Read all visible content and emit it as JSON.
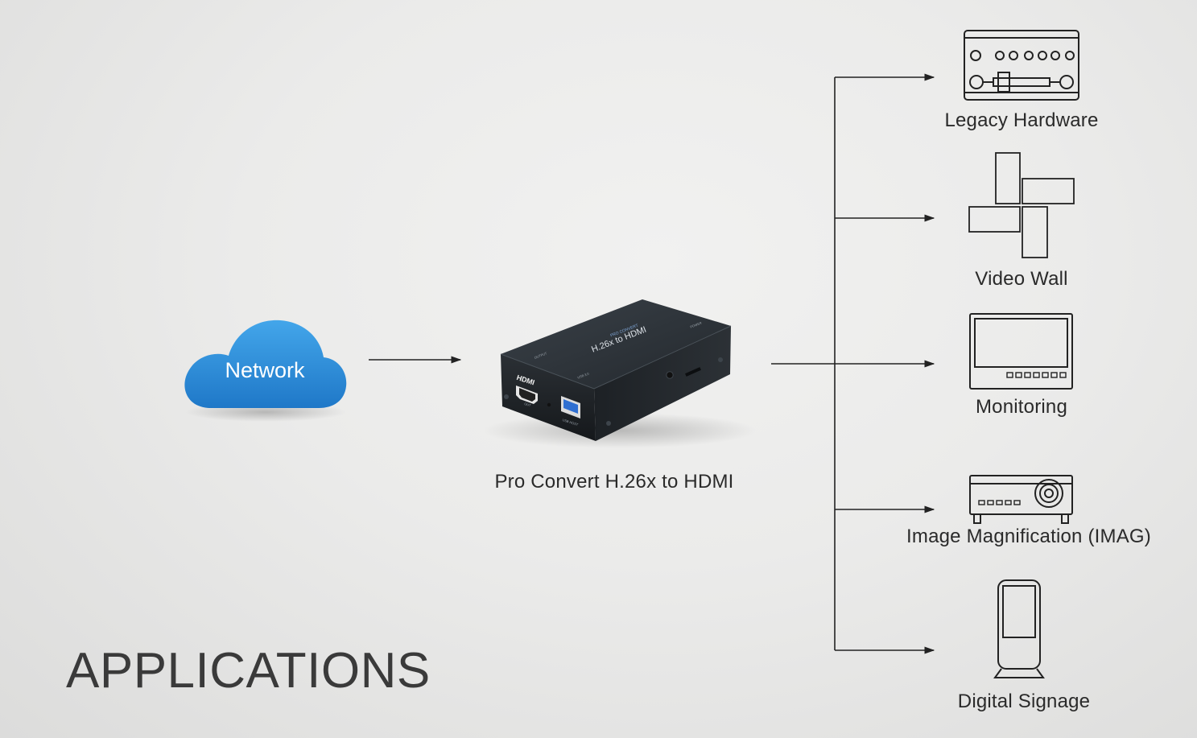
{
  "section_title": "APPLICATIONS",
  "source": {
    "label": "Network",
    "icon": "cloud-icon",
    "color": "#2b8fdc"
  },
  "converter": {
    "label": "Pro Convert  H.26x to HDMI",
    "device_title": "H.26x to HDMI",
    "port_hdmi_label": "HDMI",
    "icon": "converter-device-icon"
  },
  "applications": [
    {
      "label": "Legacy Hardware",
      "icon": "legacy-hardware-icon"
    },
    {
      "label": "Video Wall",
      "icon": "video-wall-icon"
    },
    {
      "label": "Monitoring",
      "icon": "monitor-icon"
    },
    {
      "label": "Image Magnification (IMAG)",
      "icon": "projector-icon"
    },
    {
      "label": "Digital Signage",
      "icon": "digital-signage-icon"
    }
  ]
}
